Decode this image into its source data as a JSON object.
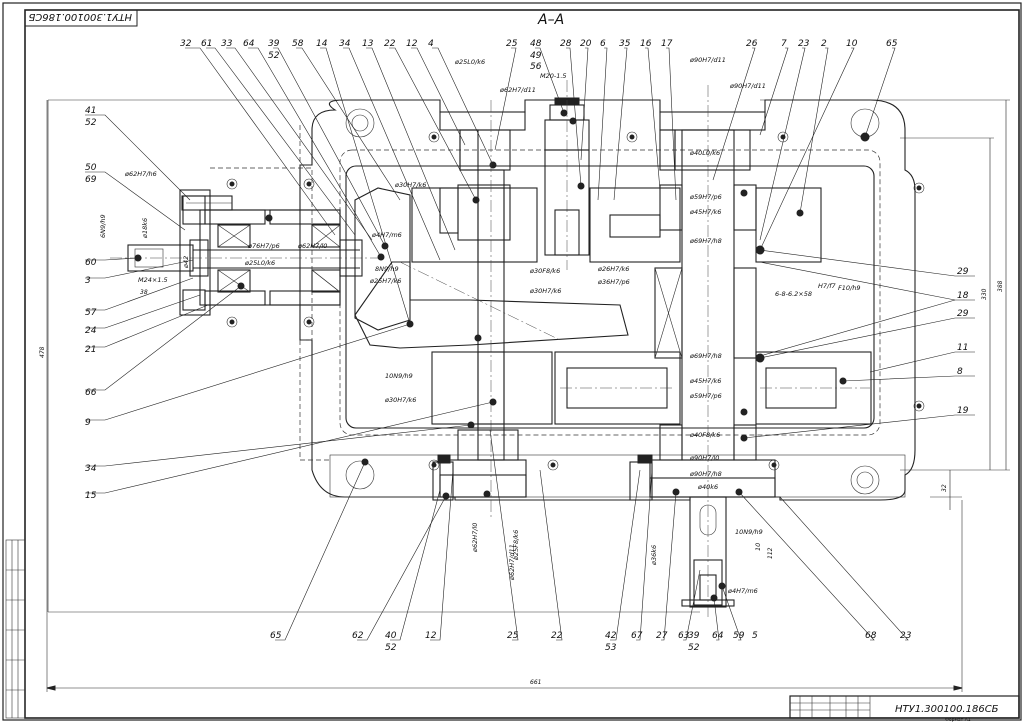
{
  "section_title": "А–А",
  "doc_code": "НТУ1.300100.186СБ",
  "doc_code_top": "НТУ1.300100.186СБ",
  "sheet_format": "Формат А1",
  "callouts": {
    "top": [
      "32",
      "61",
      "33",
      "64",
      "39",
      "52",
      "58",
      "14",
      "34",
      "13",
      "22",
      "12",
      "4",
      "25",
      "48",
      "49",
      "56",
      "28",
      "20",
      "6",
      "35",
      "16",
      "17",
      "26",
      "7",
      "23",
      "2",
      "10",
      "65"
    ],
    "left": [
      "41",
      "52",
      "50",
      "69",
      "60",
      "3",
      "57",
      "24",
      "21",
      "66",
      "9",
      "34",
      "15"
    ],
    "right": [
      "29",
      "18",
      "29",
      "11",
      "8",
      "19"
    ],
    "bottom": [
      "65",
      "62",
      "40",
      "52",
      "12",
      "25",
      "22",
      "42",
      "53",
      "67",
      "27",
      "63",
      "39",
      "52",
      "64",
      "59",
      "5",
      "68",
      "23"
    ]
  },
  "fits": {
    "f1": "ø25L0/k6",
    "f2": "ø62H7/d11",
    "f3": "M20-1.5",
    "f4": "ø90H7/d11",
    "f5": "ø90H7/d11",
    "f6": "ø62H7/h6",
    "f7": "ø30H7/k6",
    "f8": "ø40L0/k6",
    "f9": "ø59H7/p6",
    "f10": "ø45H7/k6",
    "f11": "ø76H7/p6",
    "f12": "ø62H7/l0",
    "f13": "ø25L0/k6",
    "f14": "ø4H7/m6",
    "f15": "8N9/h9",
    "f16": "ø25H7/k6",
    "f17": "ø30F8/k6",
    "f18": "ø26H7/k6",
    "f19": "ø36H7/p6",
    "f20": "ø30H7/k6",
    "f21": "ø69H7/h8",
    "f22": "6-8-6.2×58",
    "f23": "H7/f7",
    "f24": "F10/h9",
    "f25": "10N9/h9",
    "f26": "ø30H7/k6",
    "f27": "ø69H7/h8",
    "f28": "ø45H7/k6",
    "f29": "ø59H7/p6",
    "f30": "ø40F8/k6",
    "f31": "ø90H7/l0",
    "f32": "ø90H7/h8",
    "f33": "ø40k6",
    "f34": "10N9/h9",
    "f35": "ø36k6",
    "f36": "ø4H7/m6",
    "f37": "ø62H7/l0",
    "f38": "ø25F8/k6",
    "f39": "ø62H7/d11",
    "f40": "6N9/h9",
    "f41": "ø18k6",
    "f42": "M24×1.5",
    "f43": "ø42",
    "f44": "10"
  },
  "dims": {
    "overall_width": "661",
    "height_left": "478",
    "height_right_a": "330",
    "height_right_b": "388",
    "shaft_end_len": "38",
    "base_thk": "32",
    "axis_dist": "112"
  }
}
